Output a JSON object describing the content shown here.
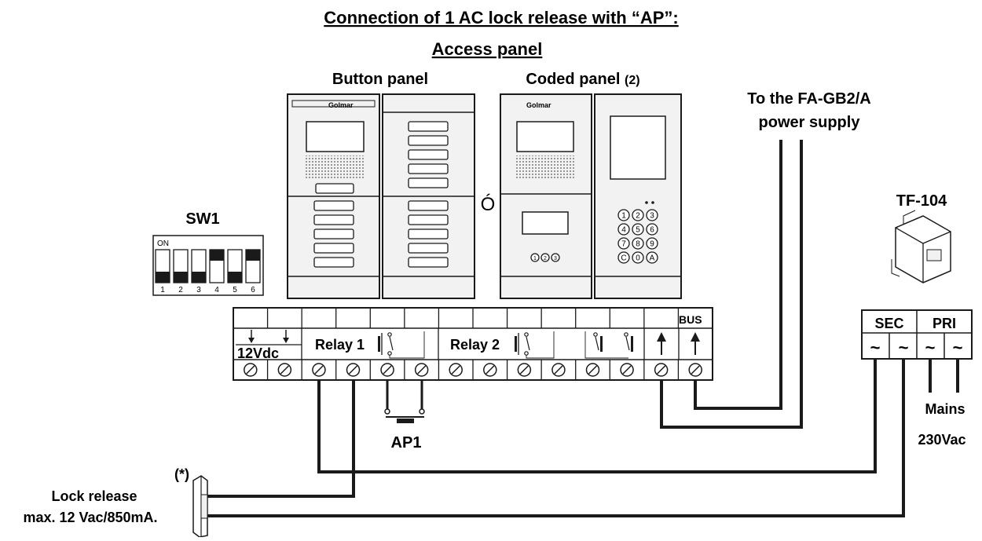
{
  "title": "Connection of 1 AC lock release with “AP”:",
  "subtitle": "Access panel",
  "button_panel": {
    "label": "Button panel",
    "brand": "Golmar"
  },
  "coded_panel": {
    "label": "Coded panel",
    "label_suffix": "(2)",
    "brand": "Golmar",
    "keys": [
      "1",
      "2",
      "3",
      "4",
      "5",
      "6",
      "7",
      "8",
      "9",
      "C",
      "0",
      "A"
    ],
    "status_icons": [
      "1",
      "2",
      "3"
    ]
  },
  "or_label": "Ó",
  "sw1": {
    "label": "SW1",
    "on_label": "ON",
    "switch_numbers": [
      "1",
      "2",
      "3",
      "4",
      "5",
      "6"
    ],
    "switch_states": [
      "off",
      "off",
      "off",
      "on",
      "off",
      "on"
    ]
  },
  "terminal_block": {
    "label_12vdc": "12Vdc",
    "label_relay1": "Relay 1",
    "label_relay2": "Relay 2",
    "label_bus": "BUS"
  },
  "ap1_label": "AP1",
  "power_supply_label": {
    "line1": "To the FA-GB2/A",
    "line2": "power supply"
  },
  "transformer": {
    "label": "TF-104",
    "sec_label": "SEC",
    "pri_label": "PRI",
    "terminal_symbol": "~"
  },
  "mains": {
    "line1": "Mains",
    "line2": "230Vac"
  },
  "lock_release": {
    "note": "(*)",
    "line1": "Lock release",
    "line2": "max. 12 Vac/850mA."
  },
  "colors": {
    "line": "#1a1a1a",
    "panel_fill": "#f2f2f2",
    "screen_fill": "#ffffff",
    "background": "#ffffff"
  }
}
